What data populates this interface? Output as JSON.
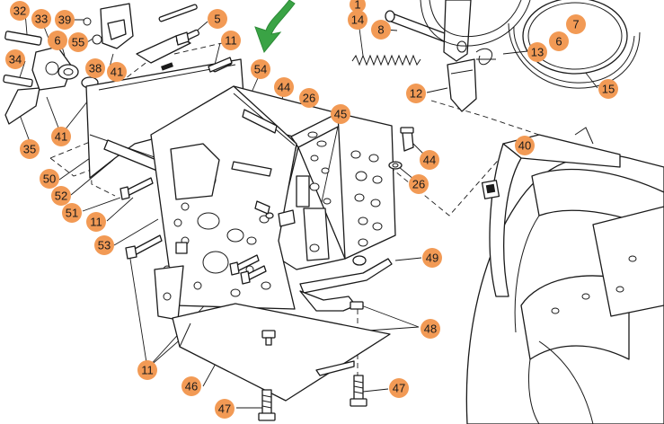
{
  "colors": {
    "callout_fill": "#f29a55",
    "arrow_green": "#3aa345",
    "line": "#1a1a1a",
    "background": "#ffffff"
  },
  "callouts": [
    {
      "id": "c32",
      "label": "32"
    },
    {
      "id": "c33",
      "label": "33"
    },
    {
      "id": "c39",
      "label": "39"
    },
    {
      "id": "c6a",
      "label": "6"
    },
    {
      "id": "c55",
      "label": "55"
    },
    {
      "id": "c34",
      "label": "34"
    },
    {
      "id": "c38",
      "label": "38"
    },
    {
      "id": "c41a",
      "label": "41"
    },
    {
      "id": "c41b",
      "label": "41"
    },
    {
      "id": "c35",
      "label": "35"
    },
    {
      "id": "c5",
      "label": "5"
    },
    {
      "id": "c11a",
      "label": "11"
    },
    {
      "id": "c54",
      "label": "54"
    },
    {
      "id": "c1",
      "label": "1"
    },
    {
      "id": "c14",
      "label": "14"
    },
    {
      "id": "c8",
      "label": "8"
    },
    {
      "id": "c7",
      "label": "7"
    },
    {
      "id": "c6b",
      "label": "6"
    },
    {
      "id": "c13",
      "label": "13"
    },
    {
      "id": "c15",
      "label": "15"
    },
    {
      "id": "c12",
      "label": "12"
    },
    {
      "id": "c44a",
      "label": "44"
    },
    {
      "id": "c26a",
      "label": "26"
    },
    {
      "id": "c45",
      "label": "45"
    },
    {
      "id": "c40",
      "label": "40"
    },
    {
      "id": "c44b",
      "label": "44"
    },
    {
      "id": "c26b",
      "label": "26"
    },
    {
      "id": "c50",
      "label": "50"
    },
    {
      "id": "c52",
      "label": "52"
    },
    {
      "id": "c51",
      "label": "51"
    },
    {
      "id": "c11b",
      "label": "11"
    },
    {
      "id": "c53",
      "label": "53"
    },
    {
      "id": "c49",
      "label": "49"
    },
    {
      "id": "c48",
      "label": "48"
    },
    {
      "id": "c11c",
      "label": "11"
    },
    {
      "id": "c46",
      "label": "46"
    },
    {
      "id": "c47a",
      "label": "47"
    },
    {
      "id": "c47b",
      "label": "47"
    }
  ]
}
